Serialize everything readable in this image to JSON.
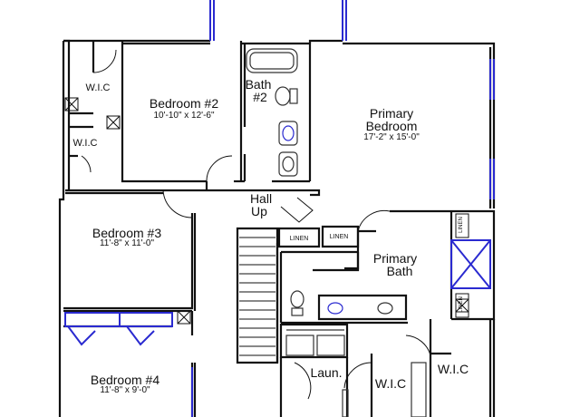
{
  "rooms": {
    "wic_top": {
      "name": "W.I.C"
    },
    "wic_mid": {
      "name": "W.I.C"
    },
    "bedroom2": {
      "name": "Bedroom #2",
      "dims": "10'-10\" x 12'-6\""
    },
    "bath2": {
      "name": "Bath",
      "num": "#2"
    },
    "primary_bedroom": {
      "name_line1": "Primary",
      "name_line2": "Bedroom",
      "dims": "17'-2\" x 15'-0\""
    },
    "hall": {
      "line1": "Hall",
      "line2": "Up"
    },
    "bedroom3": {
      "name": "Bedroom #3",
      "dims": "11'-8\" x 11'-0\""
    },
    "primary_bath": {
      "line1": "Primary",
      "line2": "Bath"
    },
    "bedroom4": {
      "name": "Bedroom #4",
      "dims": "11'-8\" x 9'-0\""
    },
    "laundry": {
      "name": "Laun."
    },
    "wic_primary_left": {
      "name": "W.I.C"
    },
    "wic_primary_right": {
      "name": "W.I.C"
    }
  },
  "labels": {
    "linen1": "LINEN",
    "linen2": "LINEN",
    "linen_vert1": "LINEN",
    "linen_vert2": "LINEN"
  },
  "colors": {
    "wall": "#111111",
    "window": "#2a2ad0",
    "fixture": "#333333"
  }
}
